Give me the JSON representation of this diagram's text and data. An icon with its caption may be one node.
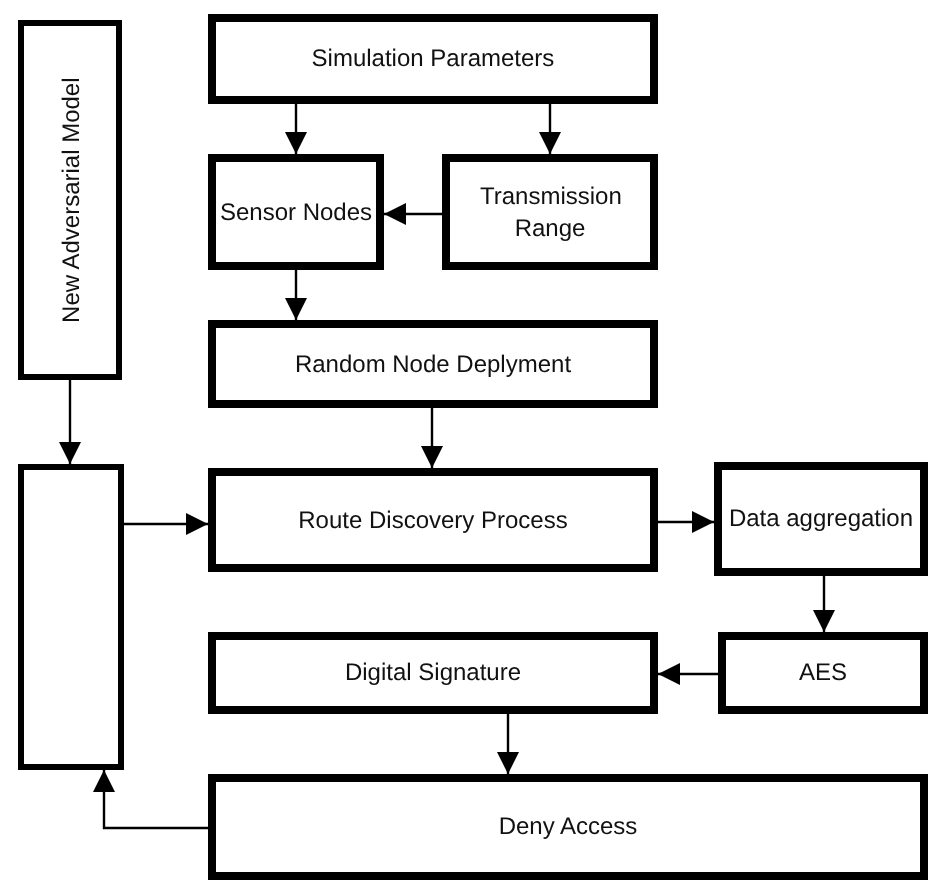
{
  "diagram": {
    "nodes": [
      {
        "text": [
          "New Adversarial Model"
        ]
      },
      {
        "text": [
          "Simulation Parameters"
        ]
      },
      {
        "text": [
          "Sensor Nodes"
        ]
      },
      {
        "text": [
          "Transmission Range"
        ]
      },
      {
        "text": [
          "Random Node Deplyment"
        ]
      },
      {
        "text": [],
        "shape": "box"
      },
      {
        "text": [
          "Route Discovery Process"
        ]
      },
      {
        "text": [
          "Data aggregation"
        ]
      },
      {
        "text": [
          "Digital Signature"
        ]
      },
      {
        "text": [
          "AES"
        ]
      },
      {
        "text": [
          "Deny Access"
        ]
      }
    ],
    "edges": [
      {
        "from": 1,
        "to": 2,
        "arrow": "to"
      },
      {
        "from": 1,
        "to": 3,
        "arrow": "to"
      },
      {
        "from": 3,
        "to": 2,
        "arrow": "to"
      },
      {
        "from": 2,
        "to": 4,
        "arrow": "to"
      },
      {
        "from": 4,
        "to": 6,
        "arrow": "to"
      },
      {
        "from": 0,
        "to": 5,
        "arrow": "to"
      },
      {
        "from": 5,
        "to": 6,
        "arrow": "to"
      },
      {
        "from": 6,
        "to": 7,
        "arrow": "to"
      },
      {
        "from": 7,
        "to": 9,
        "arrow": "to"
      },
      {
        "from": 9,
        "to": 8,
        "arrow": "to"
      },
      {
        "from": 8,
        "to": 10,
        "arrow": "to"
      },
      {
        "from": 10,
        "to": 5,
        "arrow": "to"
      }
    ]
  }
}
